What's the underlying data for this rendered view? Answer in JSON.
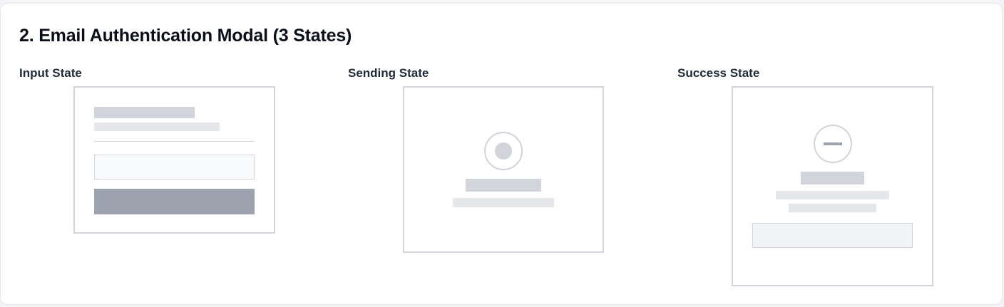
{
  "section": {
    "title": "2. Email Authentication Modal (3 States)"
  },
  "states": [
    {
      "label": "Input State"
    },
    {
      "label": "Sending State"
    },
    {
      "label": "Success State"
    }
  ],
  "colors": {
    "placeholder_bar": "#d1d5db",
    "placeholder_light": "#e5e7eb",
    "input_fill": "#f9fafb",
    "button_fill": "#9ca3af",
    "frame_border": "#d1d5db",
    "heading": "#0b0f19"
  },
  "icons": {
    "sending": "spinner-dot-icon",
    "success": "minus-circle-icon"
  }
}
